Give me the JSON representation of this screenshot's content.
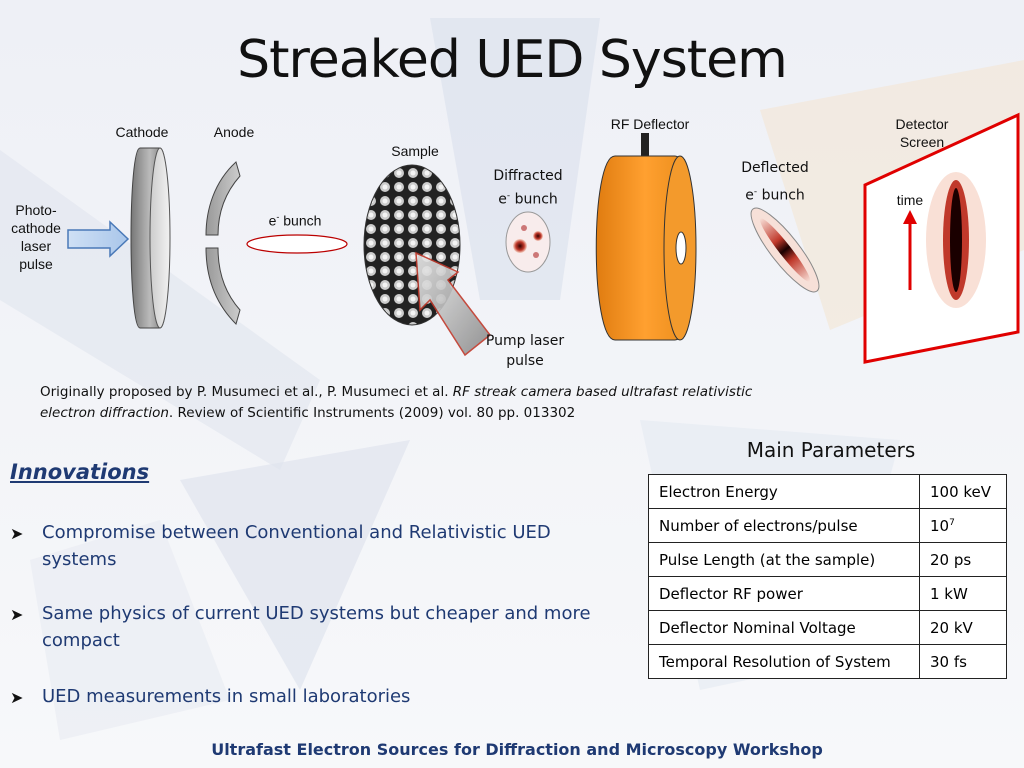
{
  "title": "Streaked UED System",
  "diagram": {
    "photocathode_label": [
      "Photo-",
      "cathode",
      "laser",
      "pulse"
    ],
    "cathode": "Cathode",
    "anode": "Anode",
    "e_bunch": "bunch",
    "sample": "Sample",
    "diffracted": [
      "Diffracted",
      "bunch"
    ],
    "pump": [
      "Pump laser",
      "pulse"
    ],
    "rf_deflector": "RF Deflector",
    "deflected": [
      "Deflected",
      "bunch"
    ],
    "detector": [
      "Detector",
      "Screen"
    ],
    "time": "time",
    "electron_symbol": "e",
    "minus": "-"
  },
  "citation": {
    "pre": "Originally proposed by P. Musumeci et al., P. Musumeci et al. ",
    "italic1": "RF streak camera based ultrafast relativistic",
    "italic2": "electron diffraction",
    "post": ". Review of Scientific Instruments (2009) vol. 80 pp. 013302"
  },
  "innovations": {
    "title": "Innovations",
    "bullets": [
      "Compromise between Conventional and Relativistic UED systems",
      "Same physics of current UED systems but cheaper and more compact",
      "UED measurements in small laboratories"
    ]
  },
  "parameters": {
    "title": "Main Parameters",
    "rows": [
      {
        "name": "Electron Energy",
        "value": "100 keV"
      },
      {
        "name": "Number of electrons/pulse",
        "value": "10",
        "sup": "7"
      },
      {
        "name": "Pulse Length (at the sample)",
        "value": "20 ps"
      },
      {
        "name": "Deflector RF power",
        "value": "1 kW"
      },
      {
        "name": "Deflector Nominal Voltage",
        "value": "20 kV"
      },
      {
        "name": "Temporal Resolution of System",
        "value": "30 fs"
      }
    ]
  },
  "footer": "Ultrafast Electron Sources for Diffraction and Microscopy Workshop",
  "colors": {
    "accent": "#1f3a73",
    "deflector": "#f7931e",
    "screen_frame": "#e00000"
  }
}
